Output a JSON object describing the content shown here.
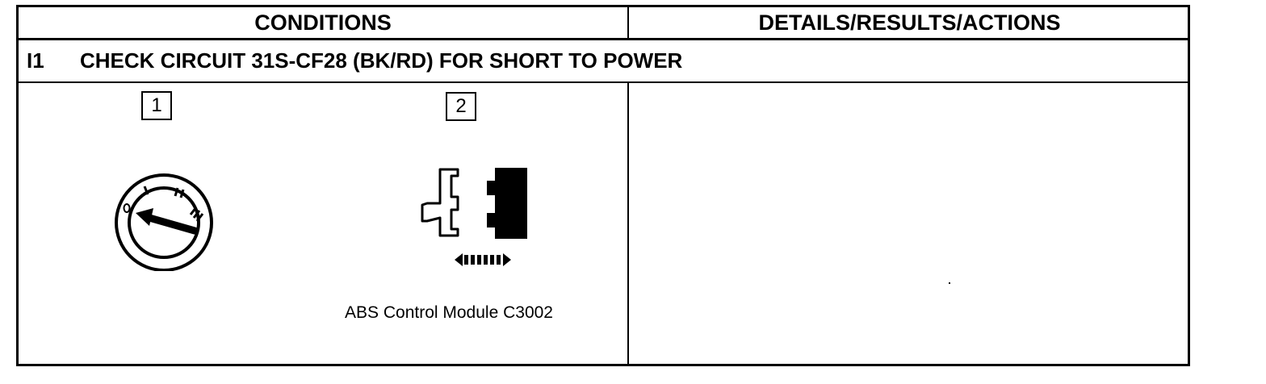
{
  "header": {
    "conditions": "CONDITIONS",
    "details": "DETAILS/RESULTS/ACTIONS"
  },
  "step": {
    "number": "I1",
    "title": "CHECK CIRCUIT 31S-CF28 (BK/RD) FOR SHORT TO POWER"
  },
  "conditions": {
    "step1_number": "1",
    "step2_number": "2",
    "step1_icon": "ignition-switch-icon",
    "step2_icon": "disconnect-connector-icon",
    "ignition_positions": [
      "O",
      "I",
      "II",
      "III"
    ],
    "connector_caption": "ABS Control Module C3002"
  },
  "details": {
    "text": ""
  }
}
